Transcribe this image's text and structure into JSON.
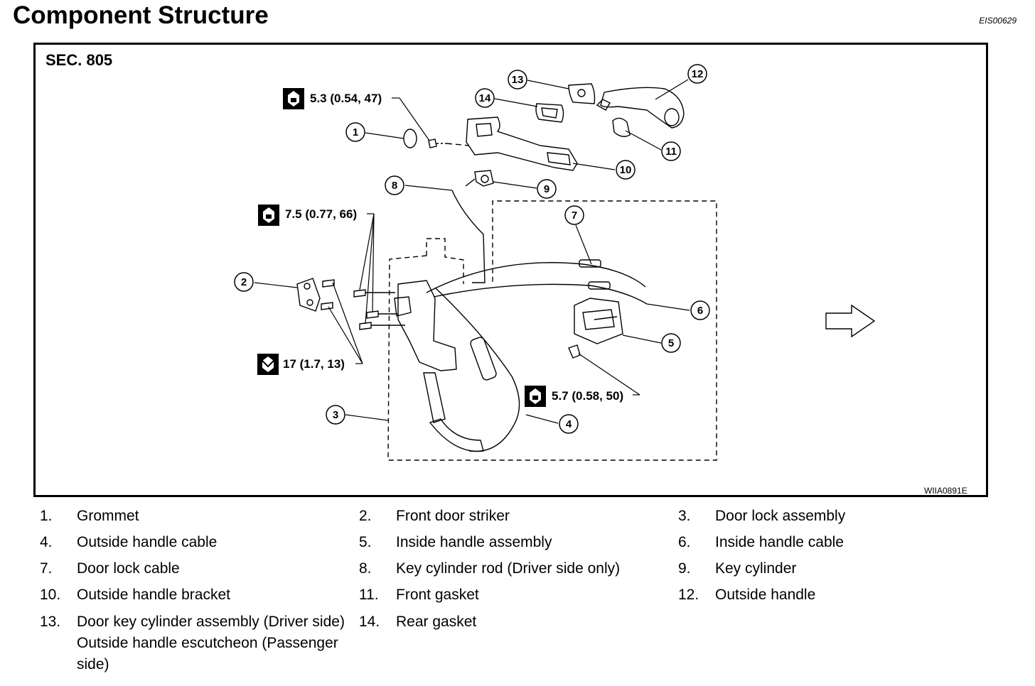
{
  "header": {
    "title": "Component Structure",
    "doc_code": "EIS00629"
  },
  "diagram": {
    "section": "SEC. 805",
    "figure_code": "WIIA0891E",
    "torques": {
      "t1": "5.3 (0.54, 47)",
      "t2": "7.5 (0.77, 66)",
      "t3": "17 (1.7, 13)",
      "t4": "5.7 (0.58, 50)"
    },
    "callouts": [
      "1",
      "2",
      "3",
      "4",
      "5",
      "6",
      "7",
      "8",
      "9",
      "10",
      "11",
      "12",
      "13",
      "14"
    ]
  },
  "parts": [
    {
      "num": "1.",
      "name": "Grommet"
    },
    {
      "num": "2.",
      "name": "Front door striker"
    },
    {
      "num": "3.",
      "name": "Door lock assembly"
    },
    {
      "num": "4.",
      "name": "Outside handle cable"
    },
    {
      "num": "5.",
      "name": "Inside handle assembly"
    },
    {
      "num": "6.",
      "name": "Inside handle cable"
    },
    {
      "num": "7.",
      "name": "Door lock cable"
    },
    {
      "num": "8.",
      "name": "Key cylinder rod (Driver side only)"
    },
    {
      "num": "9.",
      "name": "Key cylinder"
    },
    {
      "num": "10.",
      "name": "Outside handle bracket"
    },
    {
      "num": "11.",
      "name": "Front gasket"
    },
    {
      "num": "12.",
      "name": "Outside handle"
    },
    {
      "num": "13.",
      "name": "Door key cylinder assembly (Driver side) Outside handle escutcheon (Passenger side)"
    },
    {
      "num": "14.",
      "name": "Rear gasket"
    }
  ]
}
